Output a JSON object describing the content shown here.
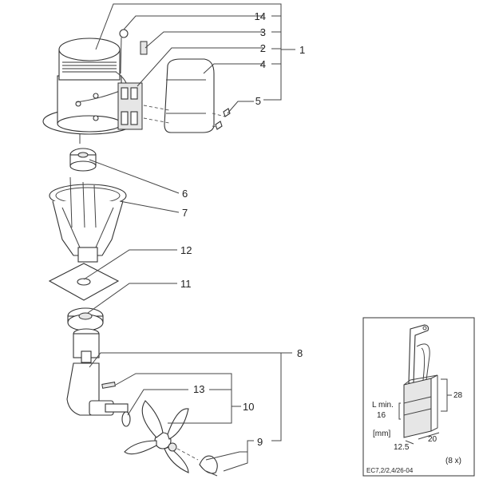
{
  "callouts": {
    "c14": "14",
    "c3": "3",
    "c2": "2",
    "c4": "4",
    "c5": "5",
    "c1": "1",
    "c6": "6",
    "c7": "7",
    "c12": "12",
    "c11": "11",
    "c8": "8",
    "c13": "13",
    "c10": "10",
    "c9": "9"
  },
  "inset": {
    "dim_height": "28",
    "lmin_label": "L min.",
    "lmin_value": "16",
    "unit": "[mm]",
    "dim_depth": "12.5",
    "dim_width": "20",
    "quantity": "(8 x)",
    "reference": "EC7,2/2,4/26-04"
  }
}
